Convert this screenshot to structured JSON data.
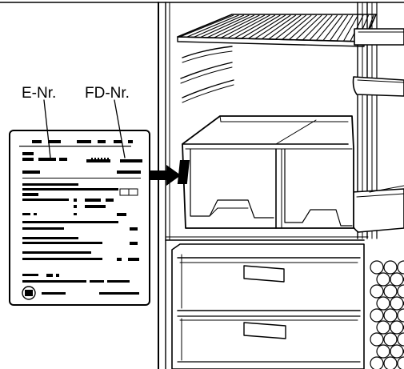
{
  "figure": {
    "labels": {
      "e_nr": "E-Nr.",
      "fd_nr": "FD-Nr."
    },
    "colors": {
      "ink": "#000000",
      "paper": "#ffffff"
    },
    "icons": {
      "arrow": "right-arrow",
      "plate_symbol": "appliance-logo"
    }
  }
}
